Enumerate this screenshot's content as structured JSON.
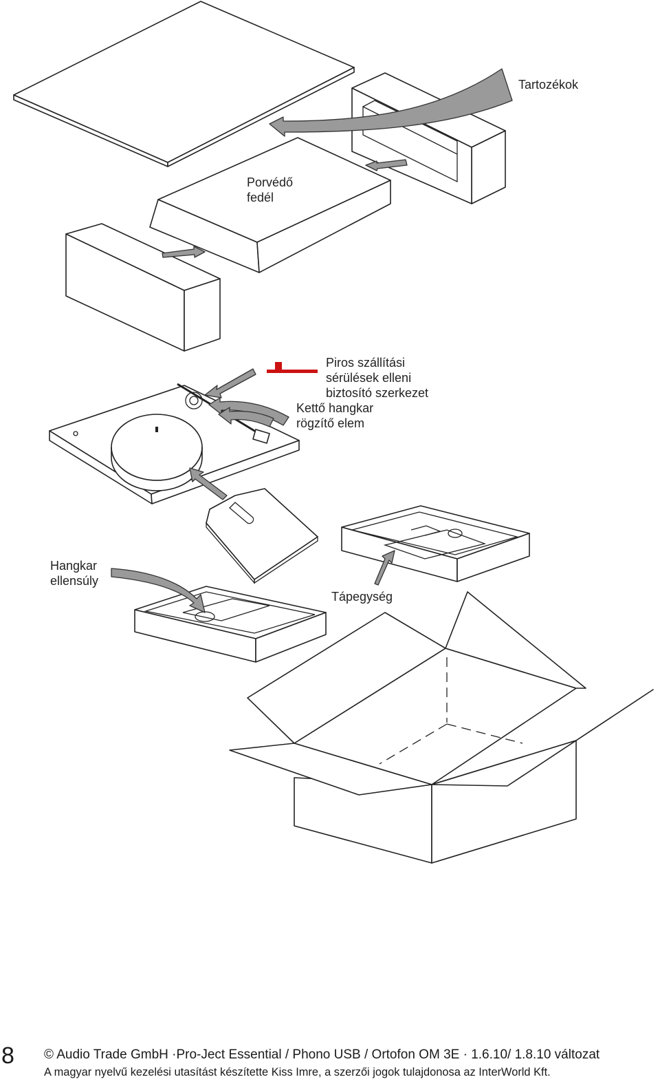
{
  "labels": {
    "accessories": "Tartozékok",
    "dust_cover_line1": "Porvédő",
    "dust_cover_line2": "fedél",
    "red_lock_line1": "Piros szállítási",
    "red_lock_line2": "sérülések elleni",
    "red_lock_line3": "biztosító szerkezet",
    "tonearm_holder_line1": "Kettő hangkar",
    "tonearm_holder_line2": "rögzítő elem",
    "counterweight_line1": "Hangkar",
    "counterweight_line2": "ellensúly",
    "power_supply": "Tápegység"
  },
  "colors": {
    "red_lock": "#cc1111",
    "arrow_fill": "#9a9a9a"
  },
  "footer": {
    "page_number": "8",
    "line1": "© Audio Trade GmbH ·Pro-Ject Essential / Phono USB / Ortofon OM 3E · 1.6.10/ 1.8.10 változat",
    "line2": "A magyar nyelvű kezelési utasítást készítette Kiss Imre, a szerzői jogok tulajdonosa az InterWorld Kft."
  }
}
